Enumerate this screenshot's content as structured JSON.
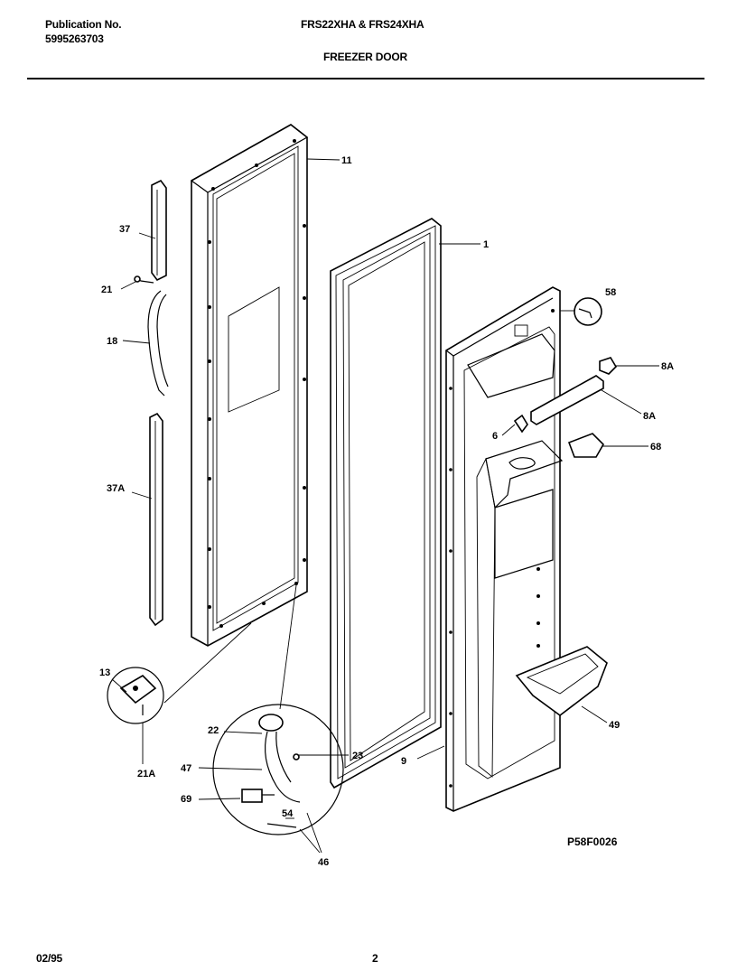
{
  "header": {
    "publication_label": "Publication No.",
    "publication_number": "5995263703",
    "models": "FRS22XHA & FRS24XHA",
    "section_title": "FREEZER DOOR"
  },
  "callouts": {
    "c11": "11",
    "c1": "1",
    "c37": "37",
    "c21": "21",
    "c18": "18",
    "c37a": "37A",
    "c58": "58",
    "c8a_top": "8A",
    "c8a_mid": "8A",
    "c6": "6",
    "c68": "68",
    "c13": "13",
    "c21a": "21A",
    "c22": "22",
    "c23": "23",
    "c47": "47",
    "c69": "69",
    "c54": "54",
    "c46": "46",
    "c9": "9",
    "c49": "49"
  },
  "diagram_code": "P58F0026",
  "footer": {
    "date": "02/95",
    "page": "2"
  }
}
